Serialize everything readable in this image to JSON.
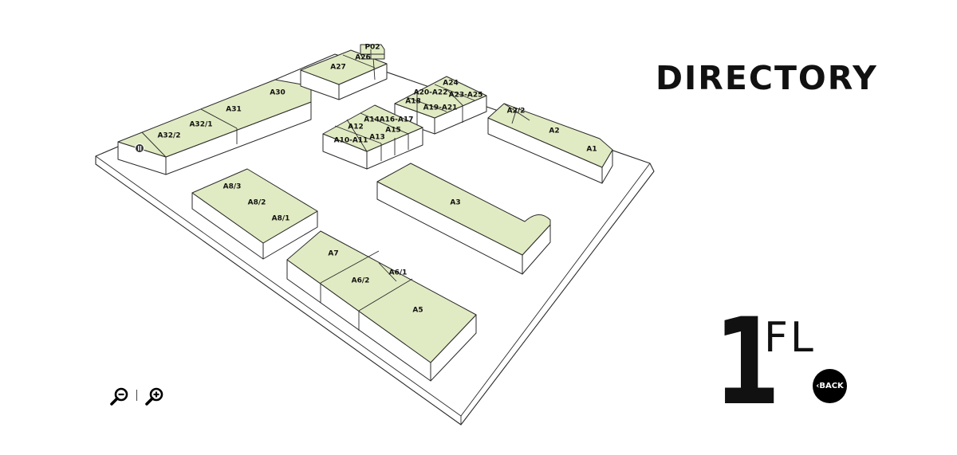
{
  "header": {
    "title": "DIRECTORY"
  },
  "floor": {
    "number": "1",
    "unit": "FL"
  },
  "nav": {
    "back_label": "BACK",
    "back_icon": "chevron-left-icon"
  },
  "zoom": {
    "out_icon": "zoom-out-icon",
    "in_icon": "zoom-in-icon"
  },
  "facility_icon": "info-icon",
  "colors": {
    "shop_fill": "#e1ebc3",
    "outline": "#2a2a2a",
    "back_button": "#000000"
  },
  "units": {
    "p02": "P02",
    "a26": "A26",
    "a27": "A27",
    "a30": "A30",
    "a31": "A31",
    "a32_1": "A32/1",
    "a32_2": "A32/2",
    "a24": "A24",
    "a20_a22": "A20-A22",
    "a23_a25": "A23-A25",
    "a18": "A18",
    "a19_a21": "A19-A21",
    "a14": "A14",
    "a16_a17": "A16-A17",
    "a12": "A12",
    "a15": "A15",
    "a10_a11": "A10-A11",
    "a13": "A13",
    "a2_2": "A2/2",
    "a2": "A2",
    "a1": "A1",
    "a8_3": "A8/3",
    "a8_2": "A8/2",
    "a8_1": "A8/1",
    "a3": "A3",
    "a7": "A7",
    "a6_1": "A6/1",
    "a6_2": "A6/2",
    "a5": "A5"
  }
}
